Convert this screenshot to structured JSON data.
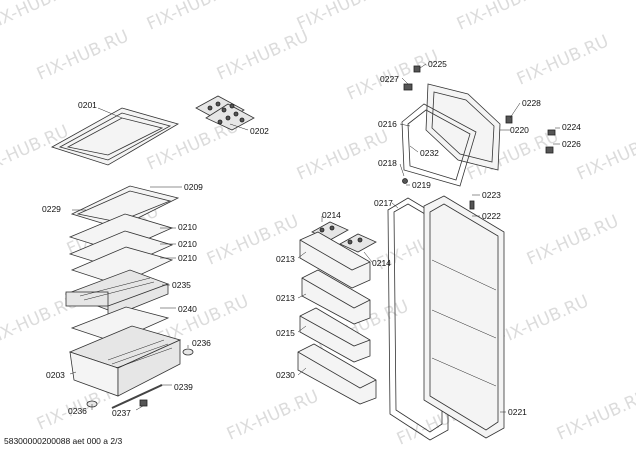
{
  "watermark": "FIX-HUB.RU",
  "footer": "58300000200088 aet 000 a 2/3",
  "parts": {
    "p0201": "0201",
    "p0202": "0202",
    "p0209": "0209",
    "p0229": "0229",
    "p0210a": "0210",
    "p0210b": "0210",
    "p0210c": "0210",
    "p0235": "0235",
    "p0240": "0240",
    "p0236a": "0236",
    "p0203": "0203",
    "p0239": "0239",
    "p0236b": "0236",
    "p0237": "0237",
    "p0214a": "0214",
    "p0213a": "0213",
    "p0214b": "0214",
    "p0213b": "0213",
    "p0215": "0215",
    "p0230": "0230",
    "p0227": "0227",
    "p0225": "0225",
    "p0228": "0228",
    "p0216": "0216",
    "p0232": "0232",
    "p0220": "0220",
    "p0224": "0224",
    "p0226": "0226",
    "p0218": "0218",
    "p0219": "0219",
    "p0223": "0223",
    "p0217": "0217",
    "p0222": "0222",
    "p0221": "0221"
  }
}
